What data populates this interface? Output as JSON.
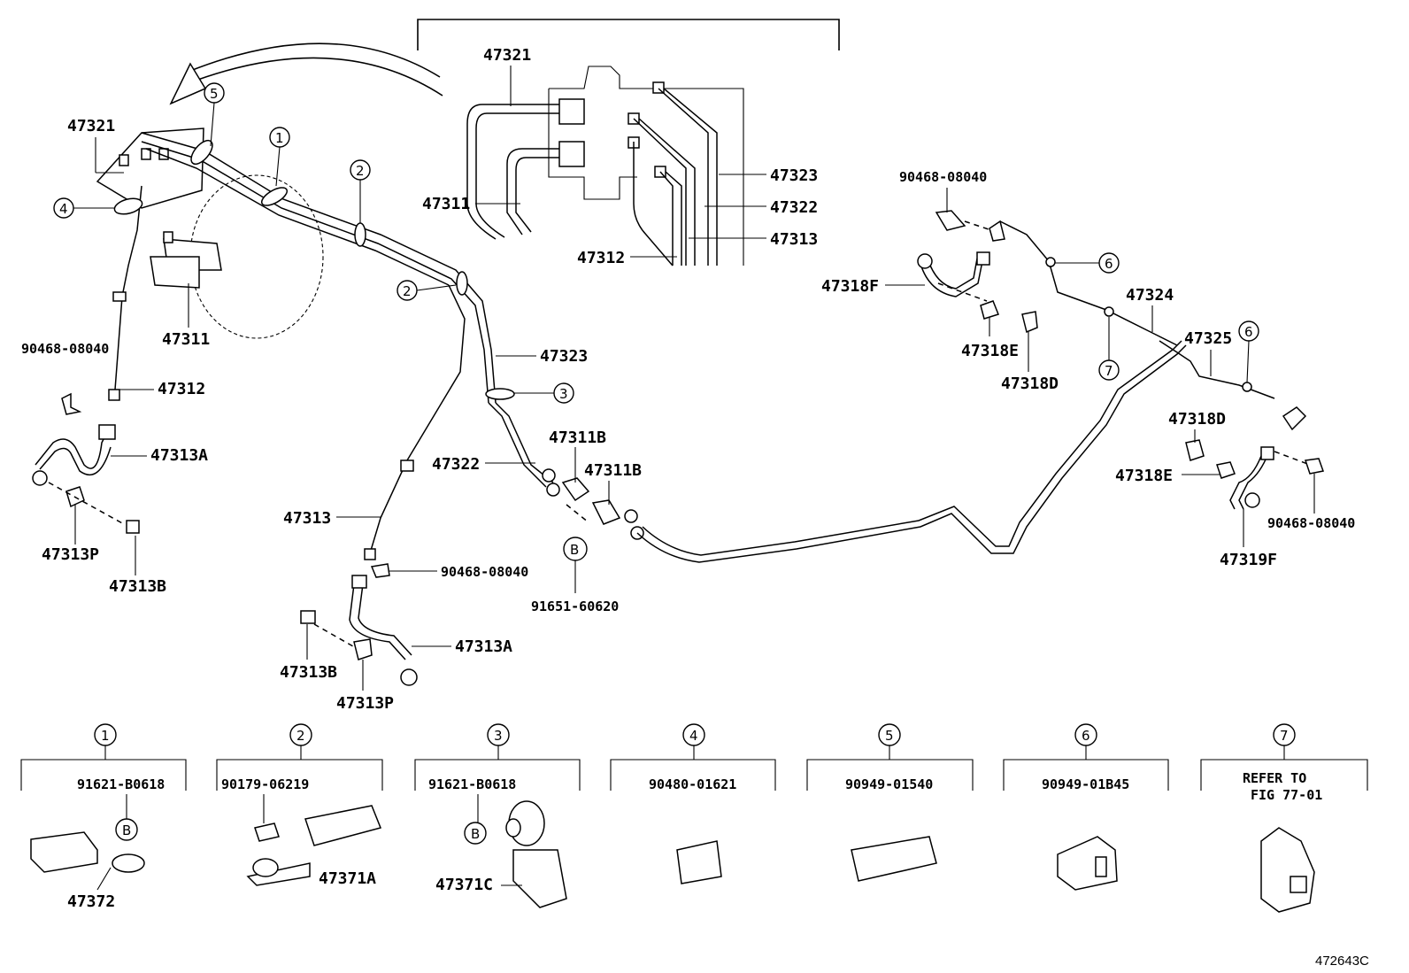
{
  "diagram_id": "472643C",
  "labels": {
    "top_47321": "47321",
    "top_47311": "47311",
    "top_47312": "47312",
    "top_47323": "47323",
    "top_47322": "47322",
    "top_47313": "47313",
    "mc_47321": "47321",
    "mc_47311": "47311",
    "left_90468": "90468-08040",
    "left_47312": "47312",
    "left_47313A": "47313A",
    "left_47313P": "47313P",
    "left_47313B": "47313B",
    "mid_47323": "47323",
    "mid_47322": "47322",
    "mid_47313": "47313",
    "mid_90468": "90468-08040",
    "mid_47313A": "47313A",
    "mid_47313B": "47313B",
    "mid_47313P": "47313P",
    "c_47311B_1": "47311B",
    "c_47311B_2": "47311B",
    "c_91651": "91651-60620",
    "c_B": "B",
    "r_90468_top": "90468-08040",
    "r_47318F": "47318F",
    "r_47318E": "47318E",
    "r_47318D": "47318D",
    "r_47324": "47324",
    "r_47325": "47325",
    "r_47318D_2": "47318D",
    "r_47318E_2": "47318E",
    "r_90468_bot": "90468-08040",
    "r_47319F": "47319F"
  },
  "callouts": {
    "n1": "1",
    "n2": "2",
    "n3": "3",
    "n4": "4",
    "n5": "5",
    "n6": "6",
    "n7": "7"
  },
  "clamps": [
    {
      "num": "1",
      "part": "91621-B0618",
      "sub": "47372",
      "badge": "B"
    },
    {
      "num": "2",
      "part": "90179-06219",
      "sub": "47371A"
    },
    {
      "num": "3",
      "part": "91621-B0618",
      "sub": "47371C",
      "badge": "B"
    },
    {
      "num": "4",
      "part": "90480-01621"
    },
    {
      "num": "5",
      "part": "90949-01540"
    },
    {
      "num": "6",
      "part": "90949-01B45"
    },
    {
      "num": "7",
      "part_line1": "REFER TO",
      "part_line2": "FIG 77-01"
    }
  ]
}
